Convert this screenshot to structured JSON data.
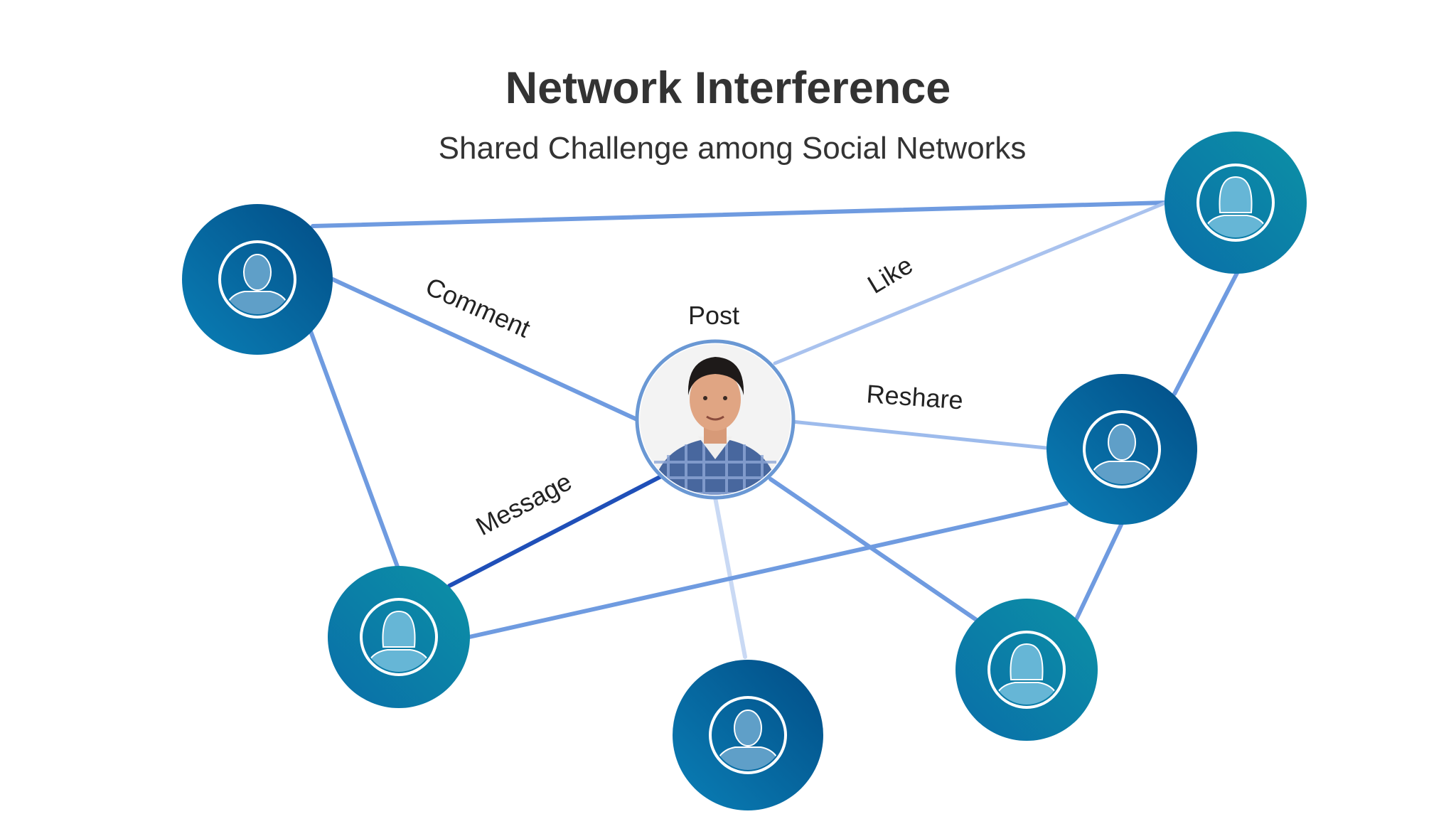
{
  "slide": {
    "title": "Network Interference",
    "subtitle": "Shared Challenge among Social Networks"
  },
  "center": {
    "label": "Post",
    "photo": "person-photo"
  },
  "users": [
    {
      "id": "user-left-top",
      "icon": "male-user-icon"
    },
    {
      "id": "user-right-top",
      "icon": "female-user-icon"
    },
    {
      "id": "user-right-middle",
      "icon": "male-user-icon"
    },
    {
      "id": "user-left-bottom",
      "icon": "female-user-icon"
    },
    {
      "id": "user-bottom-center",
      "icon": "male-user-icon"
    },
    {
      "id": "user-bottom-right",
      "icon": "female-user-icon"
    }
  ],
  "edge_labels": {
    "comment": "Comment",
    "like": "Like",
    "reshare": "Reshare",
    "message": "Message"
  },
  "colors": {
    "node_dark": "#035a93",
    "node_teal": "#0a8aa8",
    "edge": "#6f9be0",
    "edge_light": "#b8cdf0",
    "edge_strong": "#1f4fb8",
    "text": "#333333"
  }
}
